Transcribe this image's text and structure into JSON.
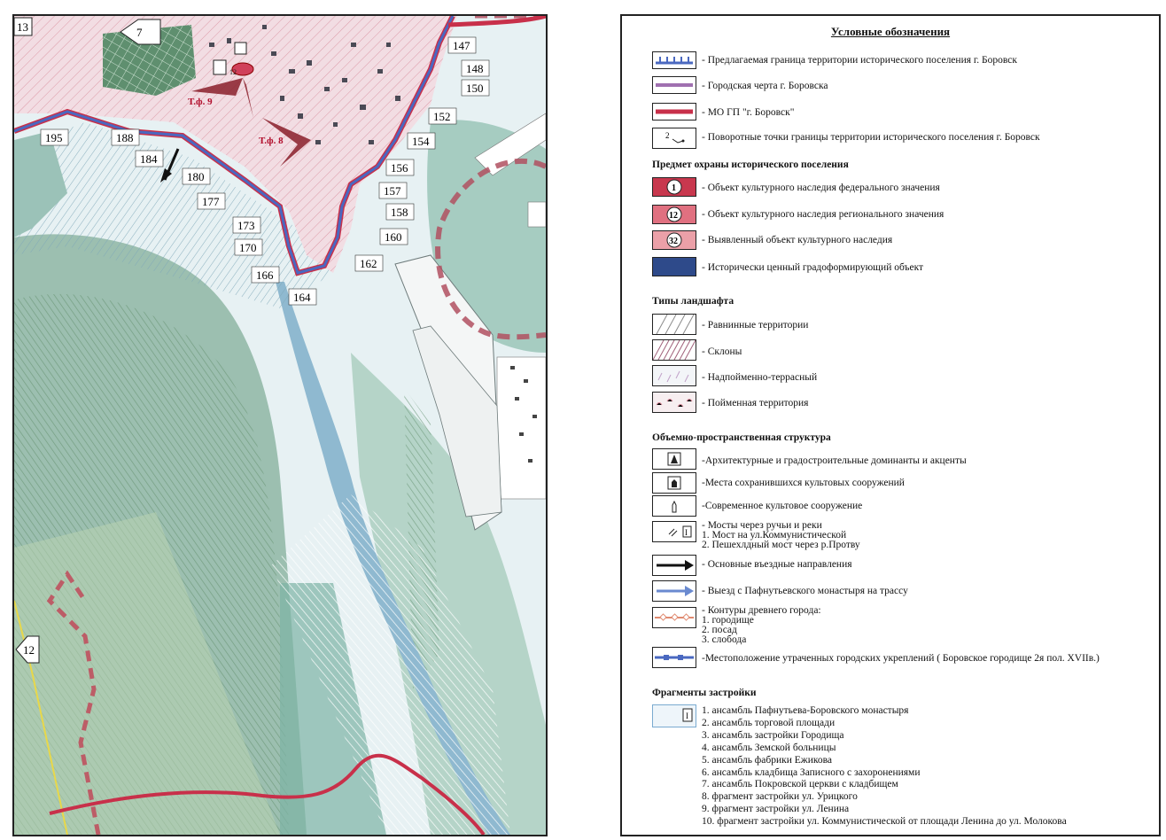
{
  "map": {
    "sheet_marks": [
      "13",
      "7",
      "12"
    ],
    "photo_points": [
      "Т.ф. 9",
      "Т.ф. 8"
    ],
    "monument_number": "12",
    "boundary_points": [
      "147",
      "148",
      "150",
      "152",
      "154",
      "156",
      "157",
      "158",
      "160",
      "162",
      "164",
      "166",
      "170",
      "173",
      "177",
      "180",
      "184",
      "188",
      "195"
    ]
  },
  "colors": {
    "proposed_boundary": "#4a68c0",
    "city_line": "#a070b0",
    "municipal_boundary": "#c8304a",
    "ancient_city": "#e08a70",
    "water": "#8fb9d0",
    "landscape_green": "#7faa8f"
  },
  "legend": {
    "title": "Условные обозначения",
    "items_main": [
      {
        "label": "- Предлагаемая граница территории исторического поселения г. Боровск",
        "icon": "proposed-boundary-line"
      },
      {
        "label": "- Городская черта г. Боровска",
        "icon": "city-line"
      },
      {
        "label": "- МО ГП \"г. Боровск\"",
        "icon": "municipal-line"
      },
      {
        "label": "- Поворотные точки границы территории исторического поселения г. Боровск",
        "icon": "turning-point",
        "sample": "2"
      }
    ],
    "protection": {
      "heading": "Предмет охраны исторического поселения",
      "items": [
        {
          "badge": "1",
          "label": "- Объект культурного наследия федерального значения"
        },
        {
          "badge": "12",
          "label": "- Объект культурного наследия регионального значения"
        },
        {
          "badge": "32",
          "label": "- Выявленный объект культурного наследия"
        },
        {
          "badge": "",
          "label": "- Исторически ценный градоформирующий объект"
        }
      ]
    },
    "landscape": {
      "heading": "Типы ландшафта",
      "items": [
        {
          "label": "- Равнинные территории"
        },
        {
          "label": "- Склоны"
        },
        {
          "label": "- Надпойменно-террасный"
        },
        {
          "label": "- Пойменная территория"
        }
      ]
    },
    "structure": {
      "heading": "Объемно-пространственная структура",
      "items": [
        {
          "label": "-Архитектурные и градостроительные доминанты и акценты",
          "icon": "dominant-icon"
        },
        {
          "label": "-Места сохранившихся культовых сооружений",
          "icon": "church-icon"
        },
        {
          "label": "-Современное культовое сооружение",
          "icon": "modern-church-icon"
        },
        {
          "label": "- Мосты через ручьи и реки",
          "sub": [
            "1. Мост на ул.Коммунистической",
            "2. Пешехлдный мост через р.Протву"
          ],
          "icon": "bridge-icon",
          "sample": "I"
        },
        {
          "label": "- Основные въездные направления",
          "icon": "black-arrow-icon"
        },
        {
          "label": "- Выезд с Пафнутьевского монастыря на трассу",
          "icon": "blue-arrow-icon"
        },
        {
          "label": "- Контуры древнего города:",
          "sub": [
            "1. городище",
            "2. посад",
            "3. слобода"
          ],
          "icon": "ancient-contour-icon"
        },
        {
          "label": "-Местоположение утраченных городских укреплений ( Боровское городище 2я пол. XVIIв.)",
          "icon": "fortification-icon"
        }
      ]
    },
    "fragments": {
      "heading": "Фрагменты застройки",
      "sample": "I",
      "items": [
        "1. ансамбль Пафнутьева-Боровского монастыря",
        "2. ансамбль торговой площади",
        "3. ансамбль застройки Городища",
        "4. ансамбль Земской больницы",
        "5. ансамбль фабрики Ежикова",
        "6. ансамбль кладбища Записного с захоронениями",
        "7. ансамбль Покровской церкви с кладбищем",
        "8. фрагмент застройки ул. Урицкого",
        "9. фрагмент застройки ул. Ленина",
        "10. фрагмент застройки ул. Коммунистической от площади Ленина до ул. Молокова"
      ]
    }
  }
}
